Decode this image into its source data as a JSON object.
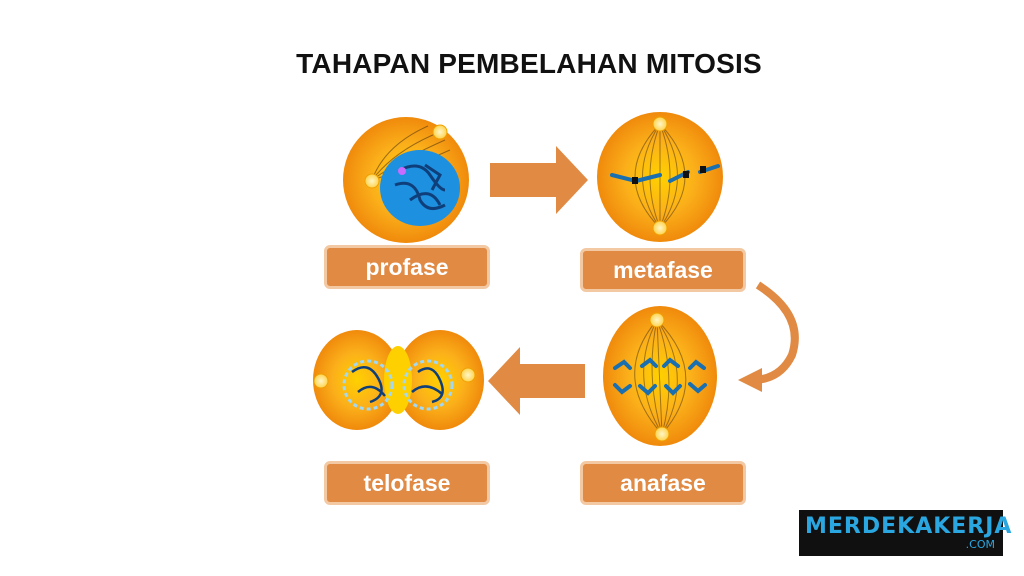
{
  "title": "TAHAPAN PEMBELAHAN MITOSIS",
  "stages": [
    {
      "label": "profase"
    },
    {
      "label": "metafase"
    },
    {
      "label": "anafase"
    },
    {
      "label": "telofase"
    }
  ],
  "logo": {
    "main": "MERDEKAKERJA",
    "sub": ".COM"
  },
  "colors": {
    "cell": "#f5a623",
    "cell_glow": "#ffd33d",
    "nucleus": "#1e90e0",
    "chromosome": "#1a6fb0",
    "arrow": "#e08a44",
    "label_box": "#e08a44"
  }
}
